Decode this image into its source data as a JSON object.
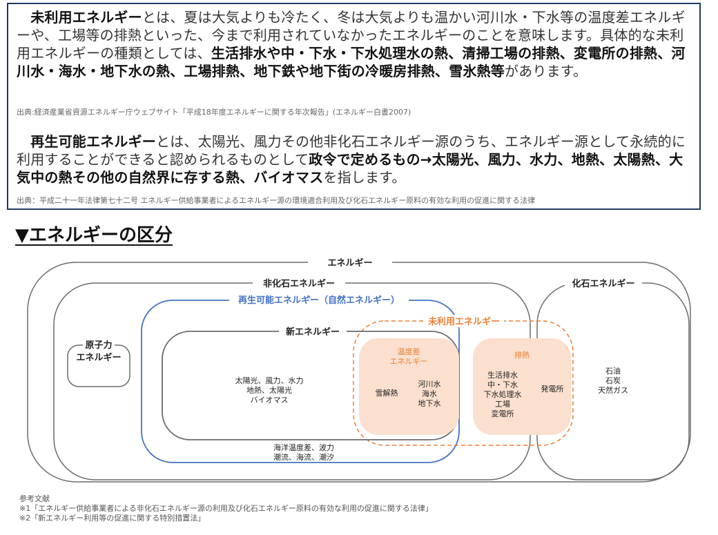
{
  "intro": {
    "p1": {
      "parts": [
        {
          "b": true,
          "t": "未利用エネルギー"
        },
        {
          "b": false,
          "t": "とは、夏は大気よりも冷たく、冬は大気よりも温かい河川水・下水等の温度差エネルギーや、工場等の排熱といった、今まで利用されていなかったエネルギーのことを意味します。具体的な未利用エネルギーの種類としては、"
        },
        {
          "b": true,
          "t": "生活排水や中・下水・下水処理水の熱、清掃工場の排熱、変電所の排熱、河川水・海水・地下水の熱、工場排熱、地下鉄や地下街の冷暖房排熱、雪氷熱等"
        },
        {
          "b": false,
          "t": "があります。"
        }
      ],
      "source": "出典:経済産業省資源エネルギー庁ウェブサイト「平成18年度エネルギーに関する年次報告」(エネルギー白書2007)"
    },
    "p2": {
      "parts": [
        {
          "b": true,
          "t": "再生可能エネルギー"
        },
        {
          "b": false,
          "t": "とは、太陽光、風力その他非化石エネルギー源のうち、エネルギー源として永続的に利用することができると認められるものとして"
        },
        {
          "b": true,
          "t": "政令で定めるもの→太陽光、風力、水力、地熱、太陽熱、大気中の熱その他の自然界に存する熱、バイオマス"
        },
        {
          "b": false,
          "t": "を指します。"
        }
      ],
      "source": "出典：平成二十一年法律第七十二号 エネルギー供給事業者によるエネルギー源の環境適合利用及び化石エネルギー原料の有効な利用の促進に関する法律"
    }
  },
  "heading": "▼エネルギーの区分",
  "diagram": {
    "colors": {
      "outline": "#6b6b6b",
      "renewable": "#4472c4",
      "unused": "#ed7d31",
      "fill": "#fbe0cf",
      "fill_label": "#ed7d31"
    },
    "energy": "エネルギー",
    "non_fossil": "非化石エネルギー",
    "renewable": "再生可能エネルギー（自然エネルギー）",
    "renewable_mark": "*",
    "new_energy": "新エネルギー",
    "unused": "未利用エネルギー",
    "nuclear": [
      "原子力",
      "エネルギー"
    ],
    "fossil": "化石エネルギー",
    "new_items": [
      "太陽光、風力、水力",
      "地熱、太陽光",
      "バイオマス"
    ],
    "temp_diff_label": [
      "温度差",
      "エネルギー"
    ],
    "snow": "雪解熱",
    "water": [
      "河川水",
      "海水",
      "地下水"
    ],
    "exhaust_label": "排熱",
    "exhaust_items": [
      "生活排水",
      "中・下水",
      "下水処理水",
      "工場",
      "変電所"
    ],
    "power_plant": "発電所",
    "fossil_items": [
      "石油",
      "石炭",
      "天然ガス"
    ],
    "ocean": [
      "海洋温度差、波力",
      "潮流、海流、潮汐"
    ]
  },
  "references": {
    "title": "参考文献",
    "items": [
      "※1「エネルギー供給事業者による非化石エネルギー源の利用及び化石エネルギー原料の有効な利用の促進に関する法律」",
      "※2「新エネルギー利用等の促進に関する特別措置法」"
    ]
  }
}
